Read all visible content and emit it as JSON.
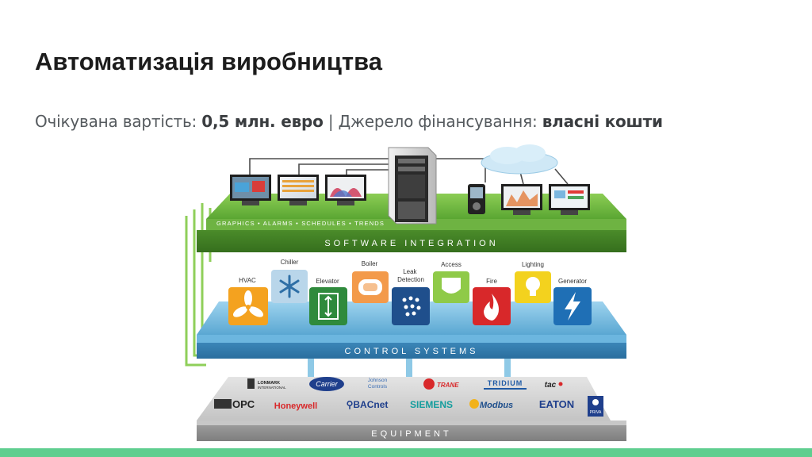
{
  "slide": {
    "title": "Автоматизація виробництва",
    "subtitle": {
      "cost_label": "Очікувана вартість: ",
      "cost_value": "0,5 млн. евро",
      "separator": " | ",
      "funding_label": "Джерело фінансування: ",
      "funding_value": "власні кошти"
    }
  },
  "diagram": {
    "software_layer": {
      "label": "SOFTWARE INTEGRATION",
      "tagline": "GRAPHICS • ALARMS • SCHEDULES • TRENDS"
    },
    "control_layer": {
      "label": "CONTROL SYSTEMS",
      "systems": [
        {
          "label": "HVAC",
          "icon": "fan-icon",
          "color": "#f4a21f"
        },
        {
          "label": "Chiller",
          "icon": "snowflake-icon",
          "color": "#b9d6ea"
        },
        {
          "label": "Elevator",
          "icon": "elevator-icon",
          "color": "#2f8a3c"
        },
        {
          "label": "Boiler",
          "icon": "boiler-tank-icon",
          "color": "#f39a4a"
        },
        {
          "label": "Leak\nDetection",
          "icon": "water-drops-icon",
          "color": "#1f4f8c"
        },
        {
          "label": "Access",
          "icon": "shield-icon",
          "color": "#8fca48"
        },
        {
          "label": "Fire",
          "icon": "flame-icon",
          "color": "#d8282a"
        },
        {
          "label": "Lighting",
          "icon": "lightbulb-icon",
          "color": "#f3d21e"
        },
        {
          "label": "Generator",
          "icon": "lightning-icon",
          "color": "#1f6fb5"
        }
      ]
    },
    "equipment_layer": {
      "label": "EQUIPMENT",
      "brands_row1": [
        "LONMARK INTERNATIONAL",
        "Carrier",
        "Johnson Controls",
        "TRANE",
        "TRIDIUM",
        "tac"
      ],
      "brands_row2": [
        "OPC",
        "Honeywell",
        "BACnet",
        "SIEMENS",
        "Modbus",
        "EATON",
        "PRIVA"
      ]
    }
  },
  "colors": {
    "software_green": "#6fb640",
    "control_blue": "#6bb8dc",
    "equipment_grey": "#b3b3b3",
    "footer_green": "#5fce8f"
  }
}
